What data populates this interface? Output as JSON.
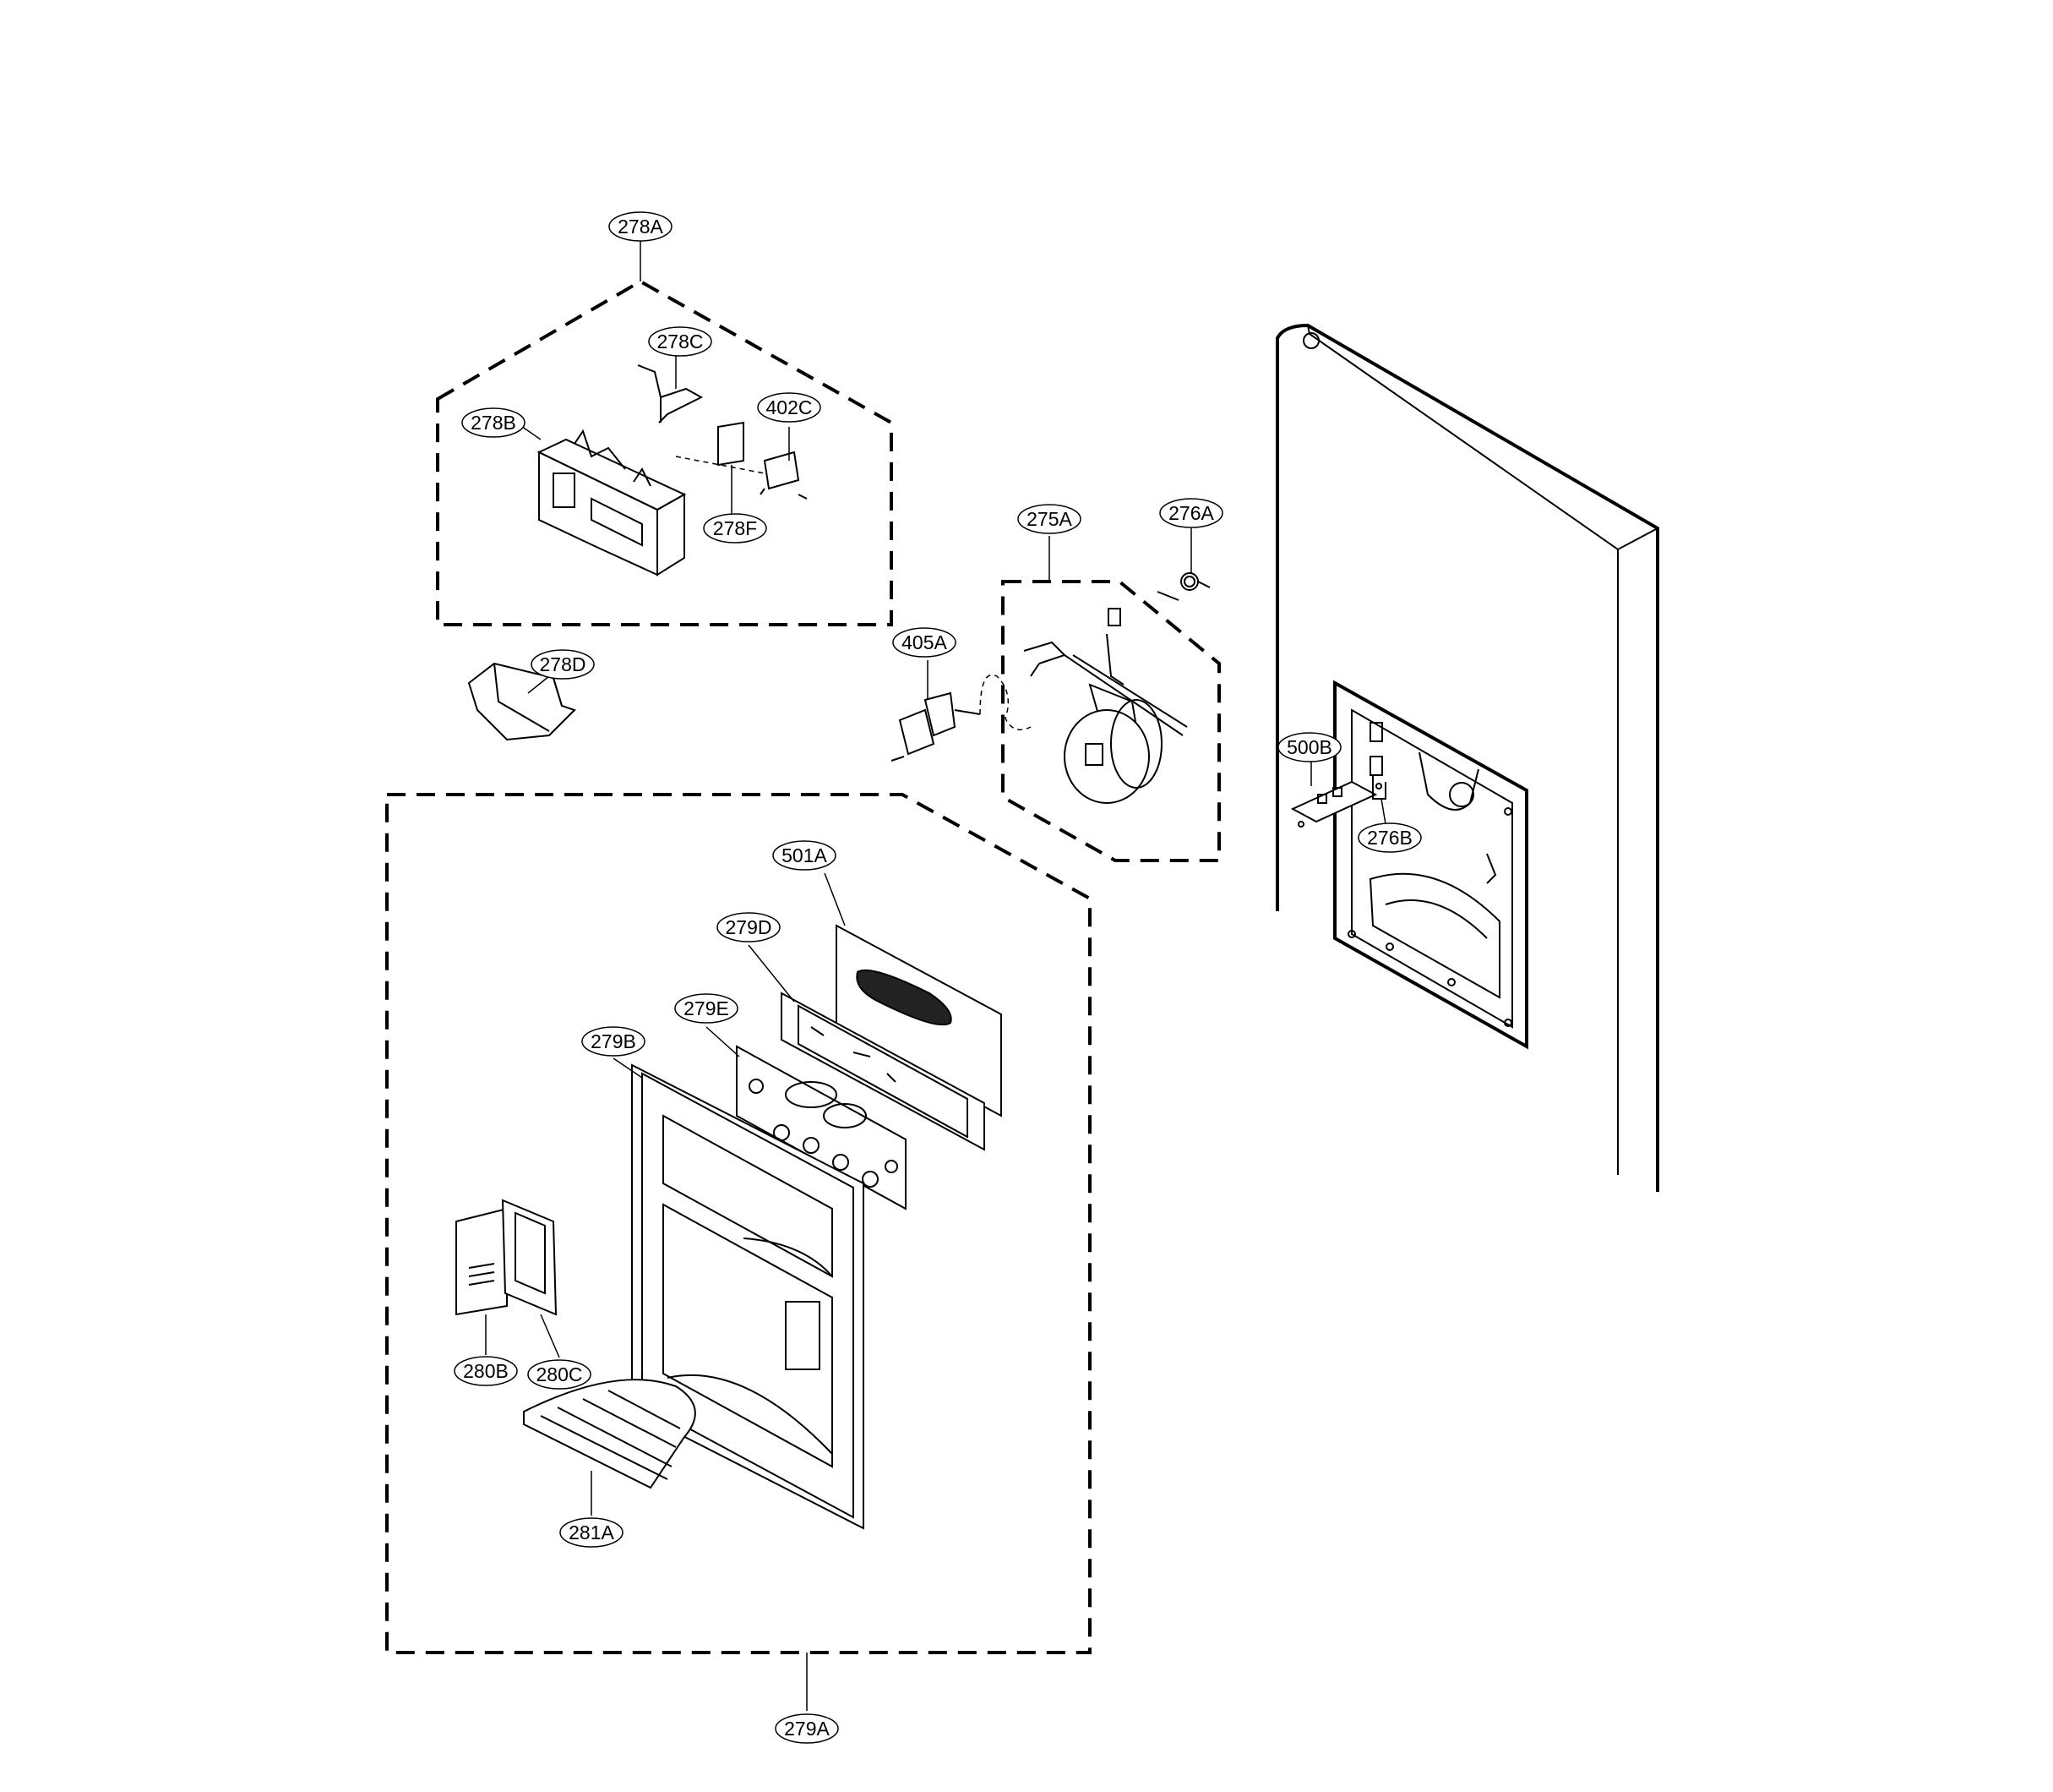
{
  "callouts": [
    {
      "id": "278A",
      "label": "278A"
    },
    {
      "id": "278C",
      "label": "278C"
    },
    {
      "id": "278B",
      "label": "278B"
    },
    {
      "id": "402C",
      "label": "402C"
    },
    {
      "id": "278F",
      "label": "278F"
    },
    {
      "id": "278D",
      "label": "278D"
    },
    {
      "id": "275A",
      "label": "275A"
    },
    {
      "id": "276A",
      "label": "276A"
    },
    {
      "id": "405A",
      "label": "405A"
    },
    {
      "id": "500B",
      "label": "500B"
    },
    {
      "id": "276B",
      "label": "276B"
    },
    {
      "id": "501A",
      "label": "501A"
    },
    {
      "id": "279D",
      "label": "279D"
    },
    {
      "id": "279E",
      "label": "279E"
    },
    {
      "id": "279B",
      "label": "279B"
    },
    {
      "id": "280B",
      "label": "280B"
    },
    {
      "id": "280C",
      "label": "280C"
    },
    {
      "id": "281A",
      "label": "281A"
    },
    {
      "id": "279A",
      "label": "279A"
    }
  ]
}
